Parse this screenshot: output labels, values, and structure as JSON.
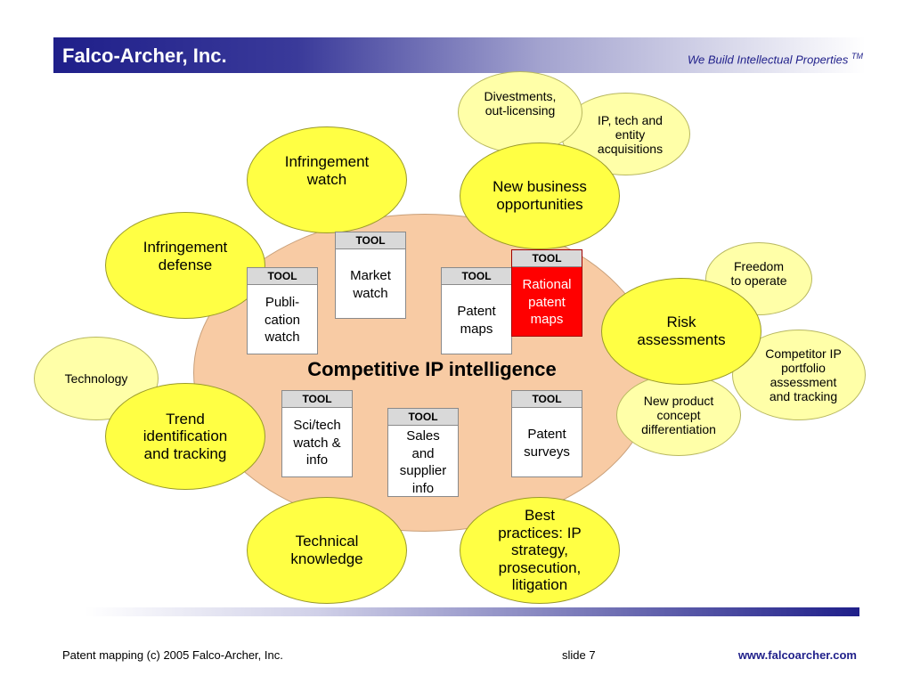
{
  "header": {
    "company": "Falco-Archer, Inc.",
    "tagline": "We Build Intellectual Properties",
    "trademark": "TM"
  },
  "diagram": {
    "center_title": "Competitive IP intelligence",
    "tool_label": "TOOL",
    "tools": {
      "market_watch": "Market\nwatch",
      "publication_watch": "Publi-\ncation\nwatch",
      "patent_maps": "Patent\nmaps",
      "rational_patent_maps": "Rational\npatent\nmaps",
      "scitech_watch": "Sci/tech\nwatch &\ninfo",
      "sales_supplier": "Sales\nand\nsupplier\ninfo",
      "patent_surveys": "Patent\nsurveys"
    },
    "bubbles": {
      "infringement_watch": "Infringement\nwatch",
      "infringement_defense": "Infringement\ndefense",
      "technology": "Technology",
      "trend_identification": "Trend\nidentification\nand tracking",
      "technical_knowledge": "Technical\nknowledge",
      "best_practices": "Best\npractices: IP\nstrategy,\nprosecution,\nlitigation",
      "new_business": "New business\nopportunities",
      "divestments": "Divestments,\nout-licensing",
      "ip_acquisitions": "IP, tech and\nentity\nacquisitions",
      "freedom_to_operate": "Freedom\nto operate",
      "risk_assessments": "Risk\nassessments",
      "competitor_ip": "Competitor IP\nportfolio\nassessment\nand tracking",
      "new_product": "New product\nconcept\ndifferentiation"
    }
  },
  "footer": {
    "left": "Patent mapping   (c) 2005 Falco-Archer, Inc.",
    "slide": "slide 7",
    "url": "www.falcoarcher.com"
  },
  "colors": {
    "header_blue": "#1f1f8a",
    "bubble_yellow": "#ffff44",
    "core_peach": "#f8cba4",
    "tool_red": "#ff0000"
  }
}
